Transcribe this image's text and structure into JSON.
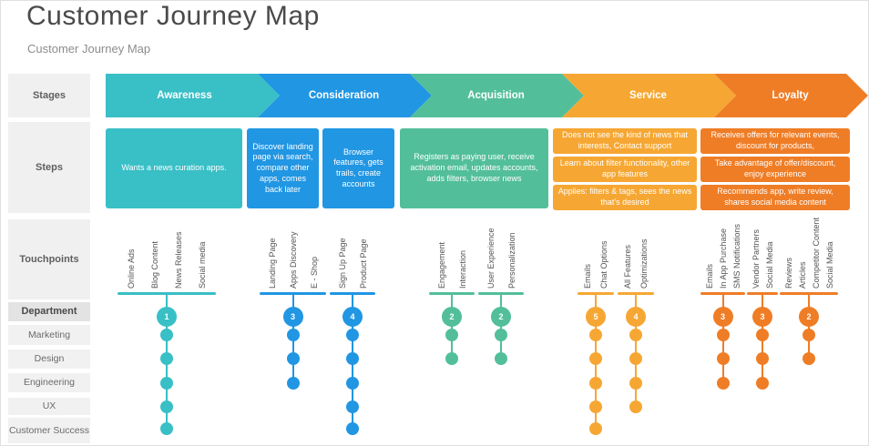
{
  "title": "Customer Journey Map",
  "subtitle": "Customer Journey Map",
  "row_labels": {
    "stages": "Stages",
    "steps": "Steps",
    "touchpoints": "Touchpoints",
    "department": "Department"
  },
  "departments": [
    "Marketing",
    "Design",
    "Engineering",
    "UX",
    "Customer Success"
  ],
  "stages": [
    {
      "name": "Awareness",
      "color": "#39bfc6",
      "steps": [
        "Wants a news curation apps."
      ],
      "touchpoint_groups": [
        {
          "number": "1",
          "touchpoints": [
            "Online Ads",
            "Blog Content",
            "News Releases",
            "Social media"
          ],
          "departments": [
            "Marketing",
            "Design",
            "Engineering",
            "UX",
            "Customer Success"
          ]
        }
      ]
    },
    {
      "name": "Consideration",
      "color": "#2196e3",
      "steps": [
        "Discover landing page via search, compare other apps, comes back later",
        "Browser features, gets trails, create accounts"
      ],
      "touchpoint_groups": [
        {
          "number": "3",
          "touchpoints": [
            "Landing Page",
            "Apps Discovery",
            "E - Shop"
          ],
          "departments": [
            "Marketing",
            "Design",
            "Engineering"
          ]
        },
        {
          "number": "4",
          "touchpoints": [
            "Sign Up Page",
            "Product Page"
          ],
          "departments": [
            "Marketing",
            "Design",
            "Engineering",
            "UX",
            "Customer Success"
          ]
        }
      ]
    },
    {
      "name": "Acquisition",
      "color": "#52bf9a",
      "steps": [
        "Registers as paying user, receive activation email, updates accounts, adds filters, browser news"
      ],
      "touchpoint_groups": [
        {
          "number": "2",
          "touchpoints": [
            "Engagement",
            "Interaction"
          ],
          "departments": [
            "Marketing",
            "Design"
          ]
        },
        {
          "number": "2",
          "touchpoints": [
            "User Experience",
            "Personalization"
          ],
          "departments": [
            "Marketing",
            "Design"
          ]
        }
      ]
    },
    {
      "name": "Service",
      "color": "#f6a733",
      "steps": [
        "Does not see the kind of news that interests, Contact support",
        "Learn about filter functionality, other app features",
        "Applies: filters & tags, sees the news that's desired"
      ],
      "touchpoint_groups": [
        {
          "number": "5",
          "touchpoints": [
            "Emails",
            "Chat Options"
          ],
          "departments": [
            "Marketing",
            "Design",
            "Engineering",
            "UX",
            "Customer Success"
          ]
        },
        {
          "number": "4",
          "touchpoints": [
            "All Features",
            "Optimizations"
          ],
          "departments": [
            "Marketing",
            "Design",
            "Engineering",
            "UX"
          ]
        }
      ]
    },
    {
      "name": "Loyalty",
      "color": "#ef7d26",
      "steps": [
        "Receives offers for relevant events, discount for products,",
        "Take advantage of offer/discount, enjoy experience",
        "Recommends app, write review, shares social media content"
      ],
      "touchpoint_groups": [
        {
          "number": "3",
          "touchpoints": [
            "Emails",
            "In App Purchase",
            "SMS Notifications"
          ],
          "departments": [
            "Marketing",
            "Design",
            "Engineering"
          ]
        },
        {
          "number": "3",
          "touchpoints": [
            "Vendor Partners",
            "Social Media"
          ],
          "departments": [
            "Marketing",
            "Design",
            "Engineering"
          ]
        },
        {
          "number": "2",
          "touchpoints": [
            "Reviews",
            "Articles",
            "Competitor Content",
            "Social Media"
          ],
          "departments": [
            "Marketing",
            "Design"
          ]
        }
      ]
    }
  ]
}
